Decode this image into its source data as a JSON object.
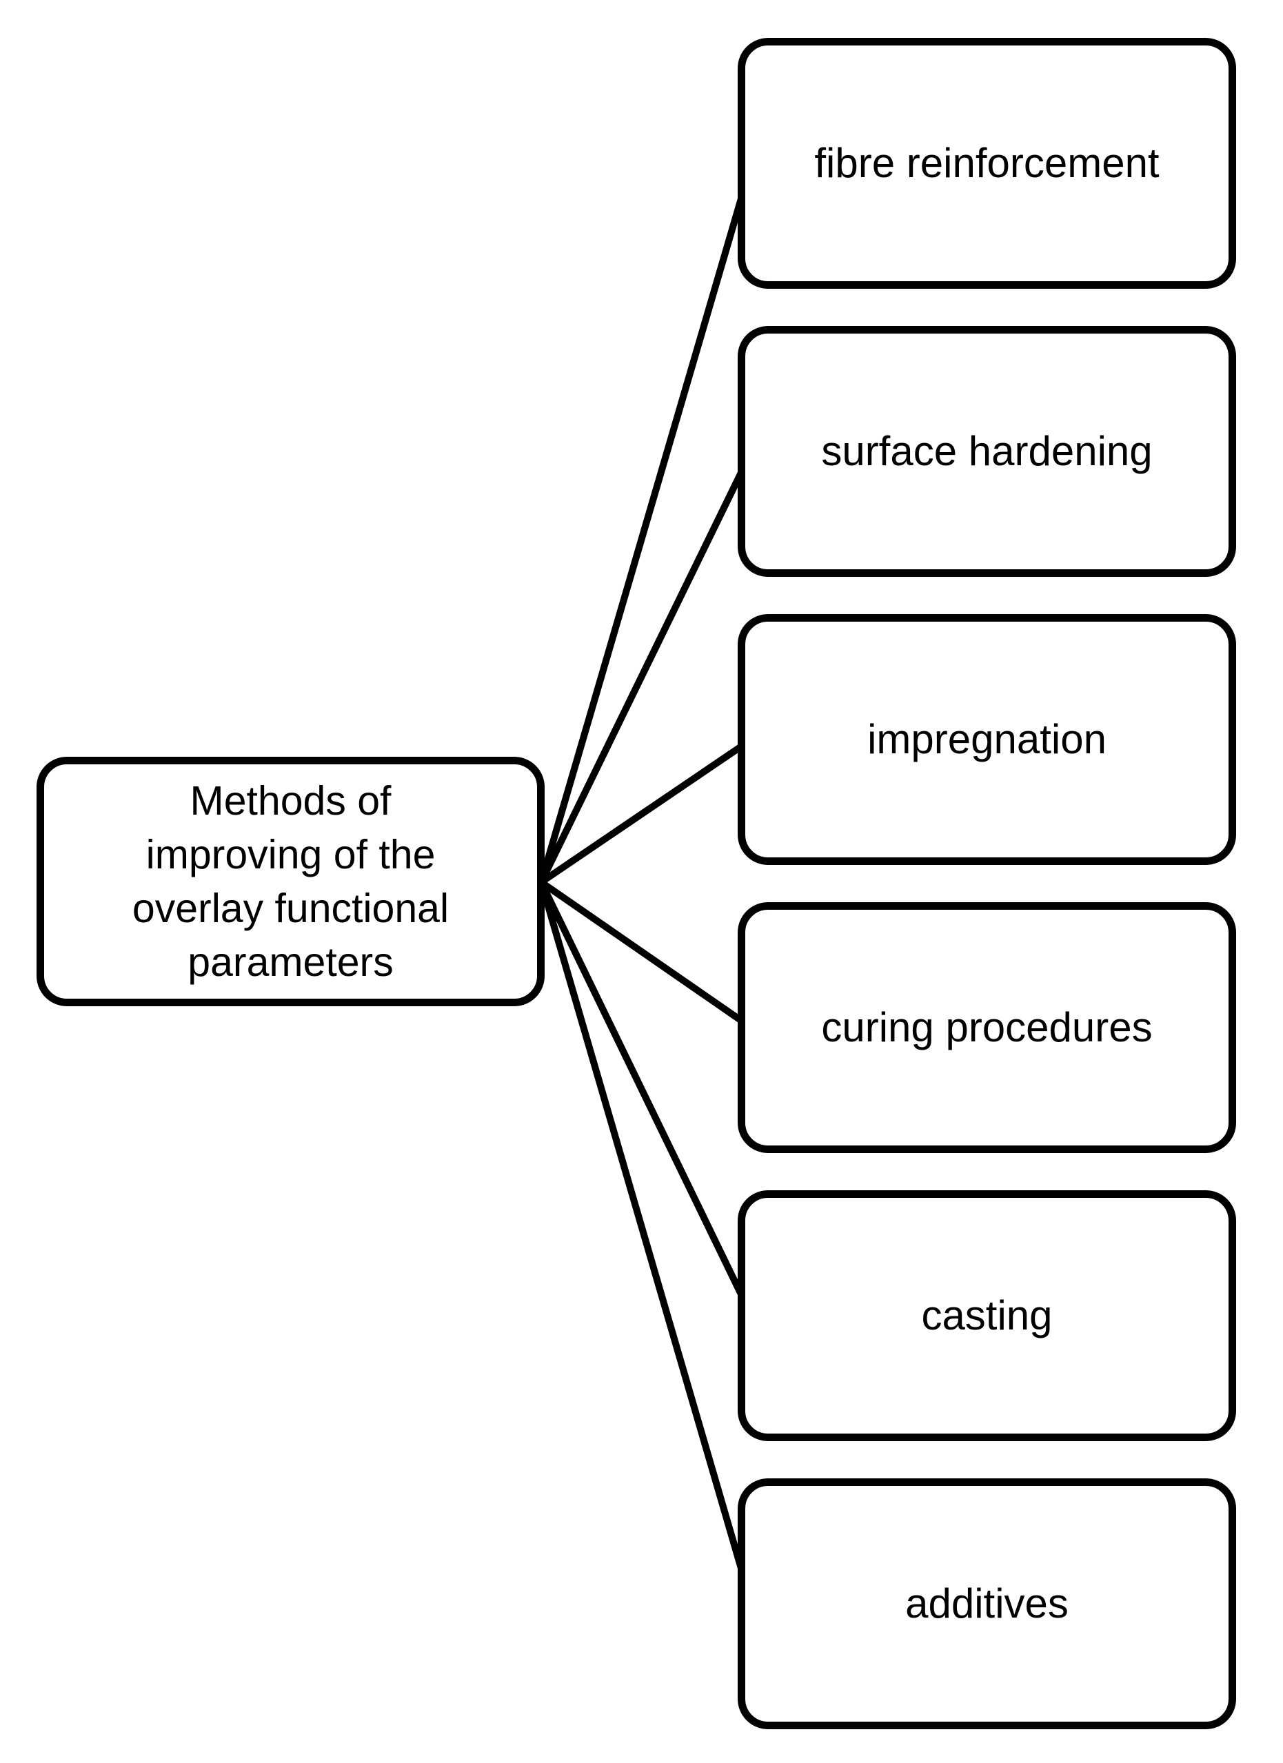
{
  "diagram": {
    "root": {
      "label": "Methods of improving of the overlay functional parameters",
      "lines": [
        "Methods of",
        "improving of the",
        "overlay functional",
        "parameters"
      ]
    },
    "children": [
      {
        "label": "fibre reinforcement"
      },
      {
        "label": "surface hardening"
      },
      {
        "label": "impregnation"
      },
      {
        "label": "curing procedures"
      },
      {
        "label": "casting"
      },
      {
        "label": "additives"
      }
    ],
    "colors": {
      "ink": "#000000",
      "background": "#ffffff"
    }
  }
}
